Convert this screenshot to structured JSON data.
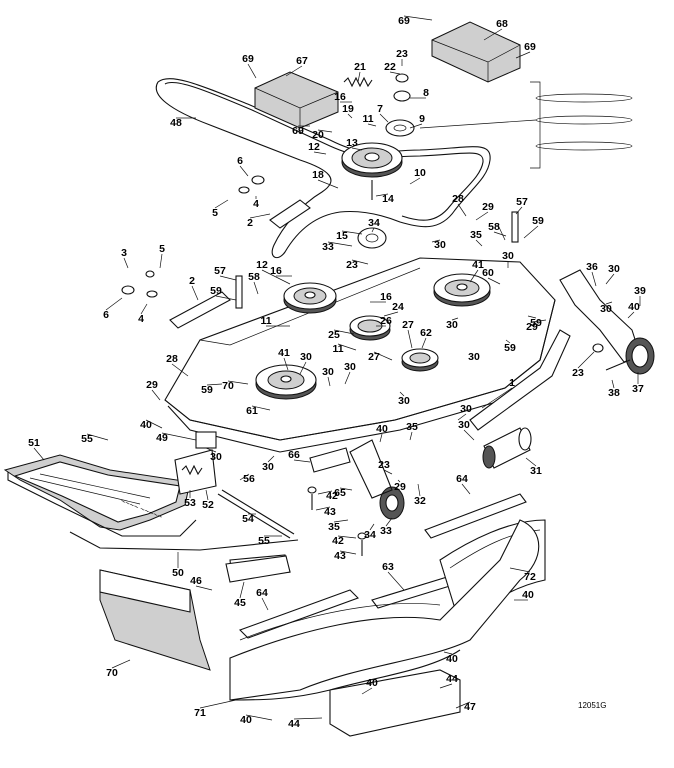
{
  "drawing_code": "12051G",
  "callouts": [
    {
      "id": "c1",
      "text": "1"
    },
    {
      "id": "c2a",
      "text": "2"
    },
    {
      "id": "c2b",
      "text": "2"
    },
    {
      "id": "c3",
      "text": "3"
    },
    {
      "id": "c4a",
      "text": "4"
    },
    {
      "id": "c4b",
      "text": "4"
    },
    {
      "id": "c5a",
      "text": "5"
    },
    {
      "id": "c5b",
      "text": "5"
    },
    {
      "id": "c6a",
      "text": "6"
    },
    {
      "id": "c6b",
      "text": "6"
    },
    {
      "id": "c7",
      "text": "7"
    },
    {
      "id": "c8",
      "text": "8"
    },
    {
      "id": "c9",
      "text": "9"
    },
    {
      "id": "c10",
      "text": "10"
    },
    {
      "id": "c11a",
      "text": "11"
    },
    {
      "id": "c11b",
      "text": "11"
    },
    {
      "id": "c11c",
      "text": "11"
    },
    {
      "id": "c12a",
      "text": "12"
    },
    {
      "id": "c12b",
      "text": "12"
    },
    {
      "id": "c13",
      "text": "13"
    },
    {
      "id": "c14",
      "text": "14"
    },
    {
      "id": "c15",
      "text": "15"
    },
    {
      "id": "c16a",
      "text": "16"
    },
    {
      "id": "c16b",
      "text": "16"
    },
    {
      "id": "c16c",
      "text": "16"
    },
    {
      "id": "c18",
      "text": "18"
    },
    {
      "id": "c19",
      "text": "19"
    },
    {
      "id": "c20",
      "text": "20"
    },
    {
      "id": "c21",
      "text": "21"
    },
    {
      "id": "c22",
      "text": "22"
    },
    {
      "id": "c23a",
      "text": "23"
    },
    {
      "id": "c23b",
      "text": "23"
    },
    {
      "id": "c23c",
      "text": "23"
    },
    {
      "id": "c23d",
      "text": "23"
    },
    {
      "id": "c24",
      "text": "24"
    },
    {
      "id": "c25",
      "text": "25"
    },
    {
      "id": "c26",
      "text": "26"
    },
    {
      "id": "c27a",
      "text": "27"
    },
    {
      "id": "c27b",
      "text": "27"
    },
    {
      "id": "c28a",
      "text": "28"
    },
    {
      "id": "c28b",
      "text": "28"
    },
    {
      "id": "c29a",
      "text": "29"
    },
    {
      "id": "c29b",
      "text": "29"
    },
    {
      "id": "c29c",
      "text": "29"
    },
    {
      "id": "c29d",
      "text": "29"
    },
    {
      "id": "c30a",
      "text": "30"
    },
    {
      "id": "c30b",
      "text": "30"
    },
    {
      "id": "c30c",
      "text": "30"
    },
    {
      "id": "c30d",
      "text": "30"
    },
    {
      "id": "c30e",
      "text": "30"
    },
    {
      "id": "c30f",
      "text": "30"
    },
    {
      "id": "c30g",
      "text": "30"
    },
    {
      "id": "c30h",
      "text": "30"
    },
    {
      "id": "c30i",
      "text": "30"
    },
    {
      "id": "c30j",
      "text": "30"
    },
    {
      "id": "c30k",
      "text": "30"
    },
    {
      "id": "c30l",
      "text": "30"
    },
    {
      "id": "c30m",
      "text": "30"
    },
    {
      "id": "c30n",
      "text": "30"
    },
    {
      "id": "c31",
      "text": "31"
    },
    {
      "id": "c32",
      "text": "32"
    },
    {
      "id": "c33a",
      "text": "33"
    },
    {
      "id": "c33b",
      "text": "33"
    },
    {
      "id": "c34a",
      "text": "34"
    },
    {
      "id": "c34b",
      "text": "34"
    },
    {
      "id": "c35a",
      "text": "35"
    },
    {
      "id": "c35b",
      "text": "35"
    },
    {
      "id": "c35c",
      "text": "35"
    },
    {
      "id": "c36",
      "text": "36"
    },
    {
      "id": "c37",
      "text": "37"
    },
    {
      "id": "c38",
      "text": "38"
    },
    {
      "id": "c39",
      "text": "39"
    },
    {
      "id": "c40a",
      "text": "40"
    },
    {
      "id": "c40b",
      "text": "40"
    },
    {
      "id": "c40c",
      "text": "40"
    },
    {
      "id": "c40d",
      "text": "40"
    },
    {
      "id": "c40e",
      "text": "40"
    },
    {
      "id": "c40f",
      "text": "40"
    },
    {
      "id": "c40g",
      "text": "40"
    },
    {
      "id": "c41a",
      "text": "41"
    },
    {
      "id": "c41b",
      "text": "41"
    },
    {
      "id": "c42a",
      "text": "42"
    },
    {
      "id": "c42b",
      "text": "42"
    },
    {
      "id": "c43a",
      "text": "43"
    },
    {
      "id": "c43b",
      "text": "43"
    },
    {
      "id": "c44a",
      "text": "44"
    },
    {
      "id": "c44b",
      "text": "44"
    },
    {
      "id": "c45",
      "text": "45"
    },
    {
      "id": "c46",
      "text": "46"
    },
    {
      "id": "c47",
      "text": "47"
    },
    {
      "id": "c48",
      "text": "48"
    },
    {
      "id": "c49",
      "text": "49"
    },
    {
      "id": "c50",
      "text": "50"
    },
    {
      "id": "c51",
      "text": "51"
    },
    {
      "id": "c52",
      "text": "52"
    },
    {
      "id": "c53",
      "text": "53"
    },
    {
      "id": "c54",
      "text": "54"
    },
    {
      "id": "c55a",
      "text": "55"
    },
    {
      "id": "c55b",
      "text": "55"
    },
    {
      "id": "c56",
      "text": "56"
    },
    {
      "id": "c57a",
      "text": "57"
    },
    {
      "id": "c57b",
      "text": "57"
    },
    {
      "id": "c58a",
      "text": "58"
    },
    {
      "id": "c58b",
      "text": "58"
    },
    {
      "id": "c59a",
      "text": "59"
    },
    {
      "id": "c59b",
      "text": "59"
    },
    {
      "id": "c59c",
      "text": "59"
    },
    {
      "id": "c59d",
      "text": "59"
    },
    {
      "id": "c59e",
      "text": "59"
    },
    {
      "id": "c60",
      "text": "60"
    },
    {
      "id": "c61",
      "text": "61"
    },
    {
      "id": "c62",
      "text": "62"
    },
    {
      "id": "c63",
      "text": "63"
    },
    {
      "id": "c64a",
      "text": "64"
    },
    {
      "id": "c64b",
      "text": "64"
    },
    {
      "id": "c65",
      "text": "65"
    },
    {
      "id": "c66",
      "text": "66"
    },
    {
      "id": "c67",
      "text": "67"
    },
    {
      "id": "c68",
      "text": "68"
    },
    {
      "id": "c69a",
      "text": "69"
    },
    {
      "id": "c69b",
      "text": "69"
    },
    {
      "id": "c69c",
      "text": "69"
    },
    {
      "id": "c69d",
      "text": "69"
    },
    {
      "id": "c70a",
      "text": "70"
    },
    {
      "id": "c70b",
      "text": "70"
    },
    {
      "id": "c71",
      "text": "71"
    },
    {
      "id": "c72",
      "text": "72"
    }
  ]
}
